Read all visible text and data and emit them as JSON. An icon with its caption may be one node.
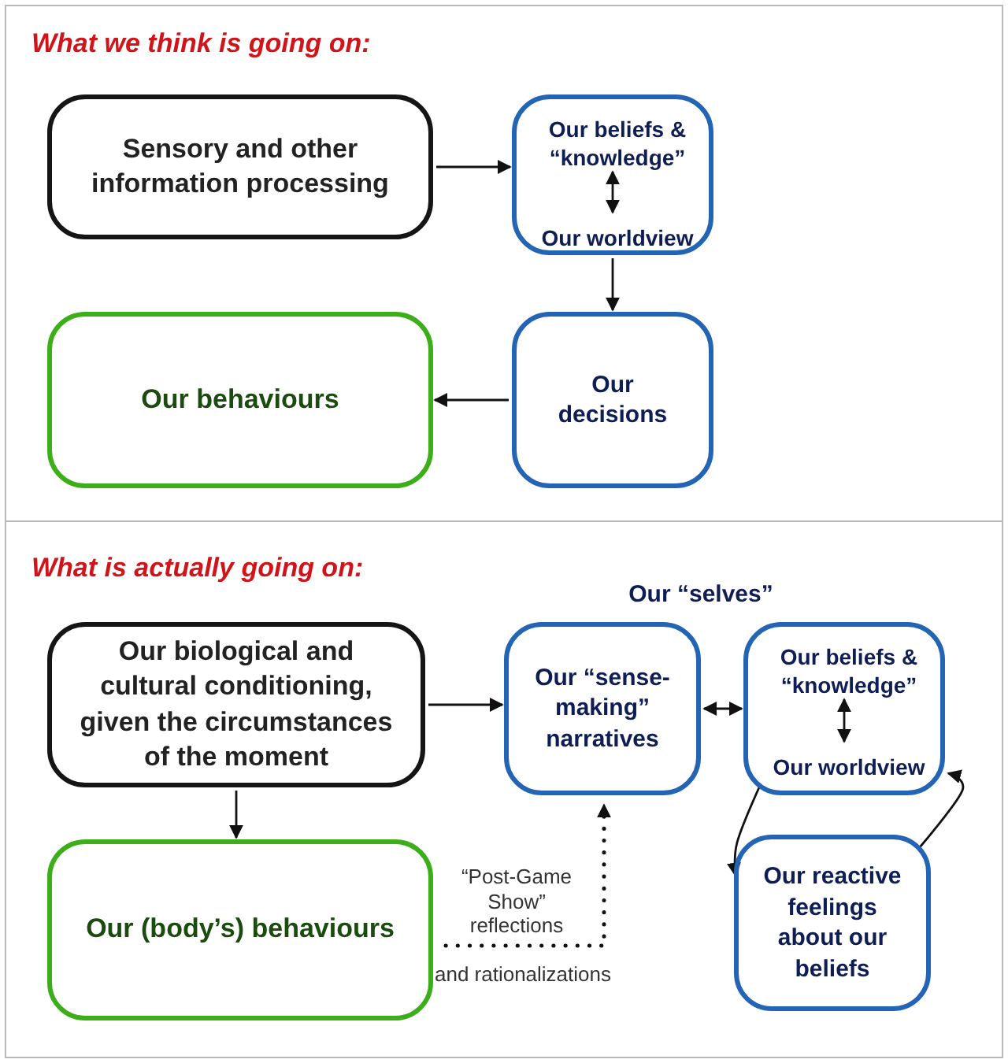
{
  "diagram": {
    "title": "What we think is going on:",
    "nodes": [
      {
        "text": [
          "Sensory and other information processing"
        ]
      },
      {
        "text": [],
        "shape": "box"
      },
      {
        "text": [
          "Our beliefs & “knowledge”"
        ],
        "in": 1
      },
      {
        "text": [
          "Our worldview"
        ],
        "in": 1
      },
      {
        "text": [
          "Our behaviours"
        ]
      },
      {
        "text": [
          "Our decisions"
        ]
      },
      {
        "text": [
          "Our biological and cultural conditioning, given the circumstances of the moment"
        ]
      },
      {
        "text": [
          "Our “sense-making” narratives"
        ]
      },
      {
        "text": [],
        "shape": "box"
      },
      {
        "text": [
          "Our beliefs & “knowledge”"
        ],
        "in": 8
      },
      {
        "text": [
          "Our worldview"
        ],
        "in": 8
      },
      {
        "text": [
          "Our reactive feelings about our beliefs"
        ]
      },
      {
        "text": [
          "Our (body’s) behaviours"
        ]
      }
    ],
    "edges": [
      {
        "from": 0,
        "to": 1,
        "arrow": "to"
      },
      {
        "from": 2,
        "to": 3,
        "arrow": "both"
      },
      {
        "from": 1,
        "to": 5,
        "arrow": "to"
      },
      {
        "from": 5,
        "to": 4,
        "arrow": "to"
      },
      {
        "from": 6,
        "to": 7,
        "arrow": "to"
      },
      {
        "from": 6,
        "to": 12,
        "arrow": "to"
      },
      {
        "from": 7,
        "to": 8,
        "arrow": "both"
      },
      {
        "from": 9,
        "to": 10,
        "arrow": "both"
      },
      {
        "from": 8,
        "to": 11,
        "arrow": "to"
      },
      {
        "from": 11,
        "to": 8,
        "arrow": "to"
      },
      {
        "from": 12,
        "to": 7,
        "arrow": "to",
        "label": "“Post-Game Show” reflections",
        "style": "dashed"
      }
    ],
    "labels": [
      "What is actually going on:",
      "Our “selves”",
      "and rationalizations"
    ]
  }
}
